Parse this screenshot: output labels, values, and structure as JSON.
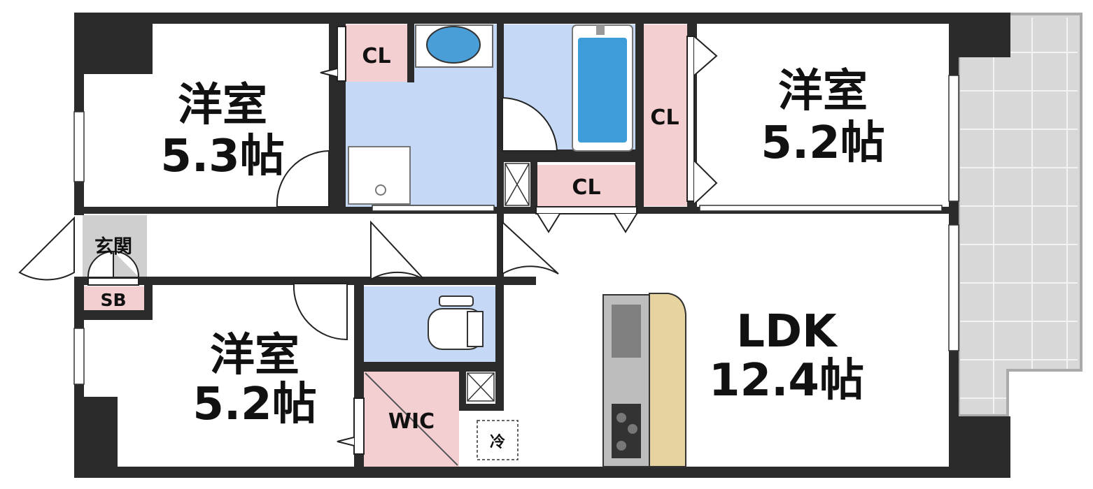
{
  "rooms": {
    "western_top_left": {
      "name": "洋室",
      "size": "5.3帖"
    },
    "western_top_right": {
      "name": "洋室",
      "size": "5.2帖"
    },
    "western_bottom_left": {
      "name": "洋室",
      "size": "5.2帖"
    },
    "ldk": {
      "name": "LDK",
      "size": "12.4帖"
    },
    "entrance": {
      "name": "玄関"
    },
    "shoe_box": {
      "name": "SB"
    },
    "walk_in_closet": {
      "name": "WIC"
    },
    "refrigerator": {
      "name": "冷"
    },
    "closets": [
      "CL",
      "CL",
      "CL"
    ]
  },
  "colors": {
    "wall": "#2b2b2b",
    "wet_area": "#c5d8f5",
    "closet": "#f4cfd2",
    "balcony": "#d8d8d8",
    "kitchen_counter": "#e6d3a0",
    "stove": "#bdbdbd"
  }
}
